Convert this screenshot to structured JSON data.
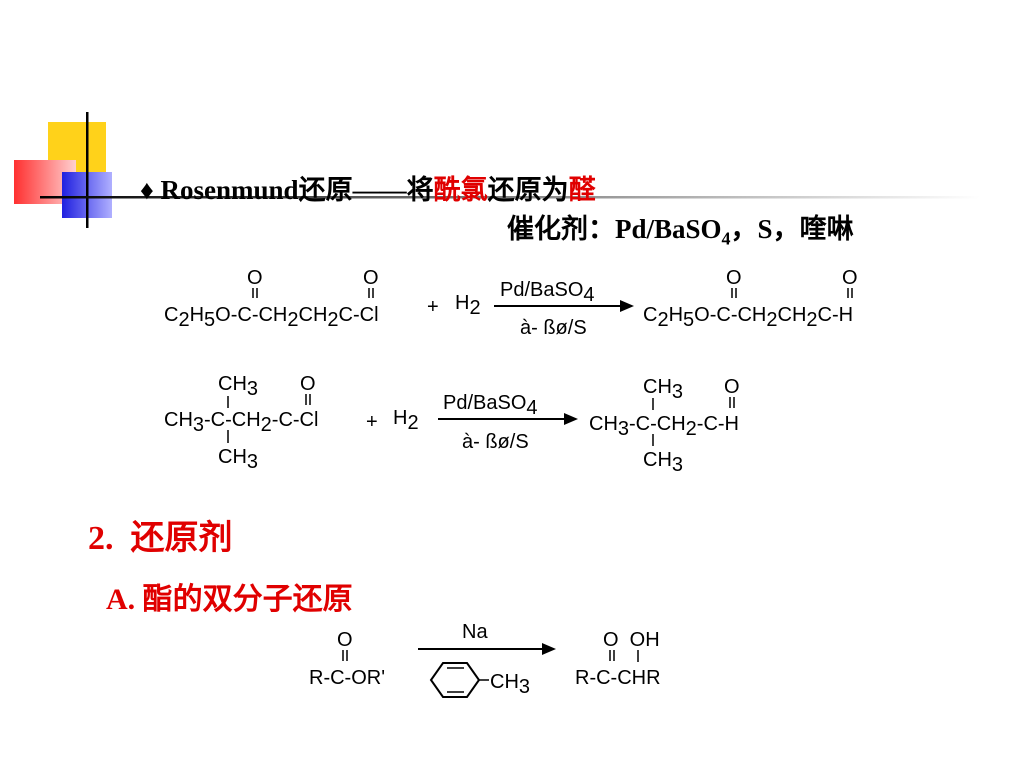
{
  "heading": {
    "bullet": "♦",
    "name": "Rosenmund",
    "text1": "还原——将",
    "red1": "酰氯",
    "text2": "还原为",
    "red2": "醛"
  },
  "catalyst": {
    "prefix": "催化剂：Pd/BaSO",
    "sub": "4",
    "suffix": "，S，喹啉"
  },
  "reaction1": {
    "reagent": "H",
    "reagent_sub": "2",
    "catalyst": "Pd/BaSO",
    "catalyst_sub": "4",
    "condition": "à- ßø/S"
  },
  "reaction2": {
    "reagent": "H",
    "reagent_sub": "2",
    "catalyst": "Pd/BaSO",
    "catalyst_sub": "4",
    "condition": "à- ßø/S"
  },
  "section2": {
    "number": "2.",
    "title": "还原剂"
  },
  "sectionA": {
    "letter": "A.",
    "title": "酯的双分子还原"
  },
  "reaction3": {
    "reagent": "Na",
    "reactant": "R-C-OR'",
    "product": "R-C-CHR",
    "product_top": "O  OH"
  }
}
